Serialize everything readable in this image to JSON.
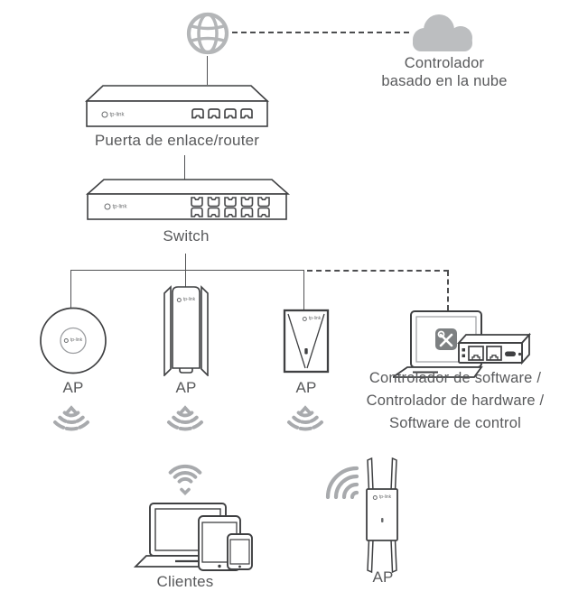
{
  "brand": "tp-link",
  "colors": {
    "device_outline": "#3f4042",
    "label_text": "#58595b",
    "icon_gray": "#b4b6b8",
    "wifi_gray": "#a8aaad",
    "connector_line": "#515254",
    "tools_badge": "#7d8082"
  },
  "nodes": {
    "internet": {
      "icon": "internet-globe"
    },
    "cloud_controller": {
      "line1": "Controlador",
      "line2": "basado en la nube"
    },
    "gateway": {
      "label": "Puerta de enlace/router",
      "port_count": 4
    },
    "switch": {
      "label": "Switch",
      "port_count": 10
    },
    "aps": [
      {
        "label": "AP"
      },
      {
        "label": "AP"
      },
      {
        "label": "AP"
      }
    ],
    "controller": {
      "line1": "Controlador de software /",
      "line2": "Controlador de hardware /",
      "line3": "Software de control"
    },
    "clients": {
      "label": "Clientes"
    },
    "extender": {
      "label": "AP"
    }
  }
}
